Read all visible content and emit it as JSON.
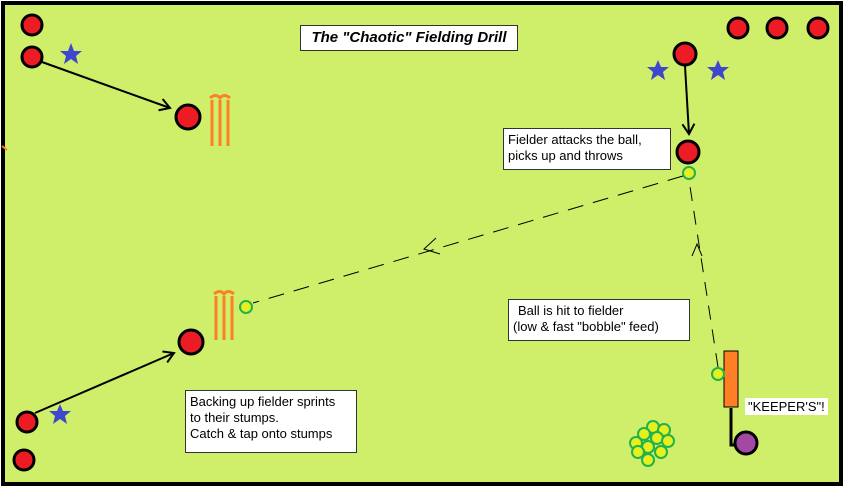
{
  "title": "The \"Chaotic\" Fielding Drill",
  "notes": {
    "fielder_attacks": [
      "Fielder attacks the ball,",
      "picks up and throws"
    ],
    "ball_hit": [
      "Ball is hit to fielder",
      "(low & fast \"bobble\" feed)"
    ],
    "backing_up": [
      "Backing up fielder sprints",
      "to their stumps.",
      "Catch & tap onto stumps"
    ],
    "keeper": "\"KEEPER'S\"!"
  },
  "colors": {
    "field": "#cfee6a",
    "border": "#000000",
    "player": "#ed1c24",
    "player_outline": "#000000",
    "stumps": "#ff7f27",
    "cone": "#3f48cc",
    "ball_fill": "#e6f01e",
    "ball_outline": "#22b14c",
    "keeper": "#a349a4",
    "bat": "#ff7f27"
  }
}
